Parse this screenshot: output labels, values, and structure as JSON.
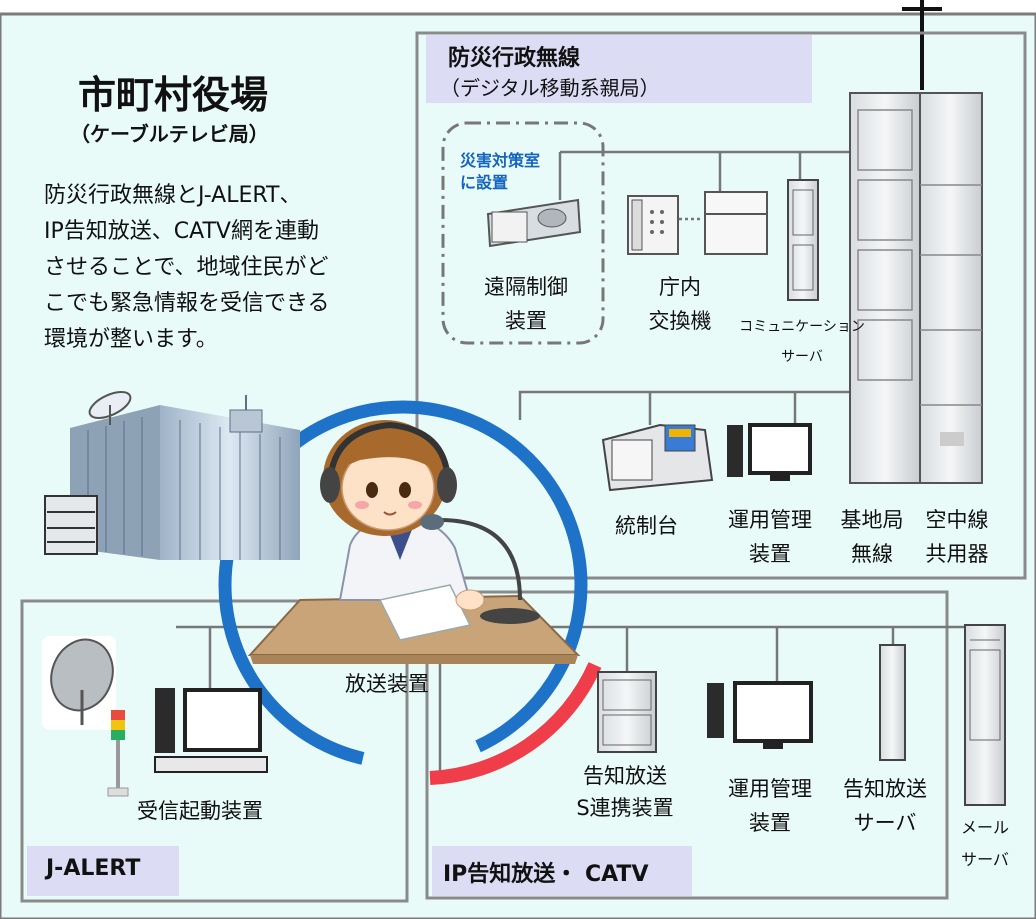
{
  "colors": {
    "background": "#e9fbf9",
    "outer_border": "#7b7b7b",
    "box_border": "#8a8a8a",
    "label_fill": "#dcdcf4",
    "blue_arc": "#1e73c8",
    "red_arc": "#ef3d4a",
    "accent_text": "#1565c0"
  },
  "headquarters": {
    "title": "市町村役場",
    "subtitle": "（ケーブルテレビ局）",
    "description_lines": [
      "防災行政無線とJ-ALERT、",
      "IP告知放送、CATV網を連動",
      "させることで、地域住民がど",
      "こでも緊急情報を受信できる",
      "環境が整います。"
    ]
  },
  "bousai": {
    "label_title": "防災行政無線",
    "label_sub": "（デジタル移動系親局）",
    "disaster_room_lines": [
      "災害対策室",
      "に設置"
    ],
    "remote_control": [
      "遠隔制御",
      "装置"
    ],
    "pbx": [
      "庁内",
      "交換機"
    ],
    "comm_server": [
      "コミュニケーション",
      "サーバ"
    ],
    "console": "統制台",
    "ops_mgmt": [
      "運用管理",
      "装置"
    ],
    "base_station": [
      "基地局",
      "無線"
    ],
    "antenna_share": [
      "空中線",
      "共用器"
    ]
  },
  "broadcast": {
    "label": "放送装置"
  },
  "jalert": {
    "label": "J-ALERT",
    "receiver": "受信起動装置"
  },
  "ip": {
    "label": "IP告知放送・ CATV",
    "s_link": [
      "告知放送",
      "S連携装置"
    ],
    "ops_mgmt": [
      "運用管理",
      "装置"
    ],
    "notice_server": [
      "告知放送",
      "サーバ"
    ],
    "mail_server": [
      "メール",
      "サーバ"
    ]
  }
}
